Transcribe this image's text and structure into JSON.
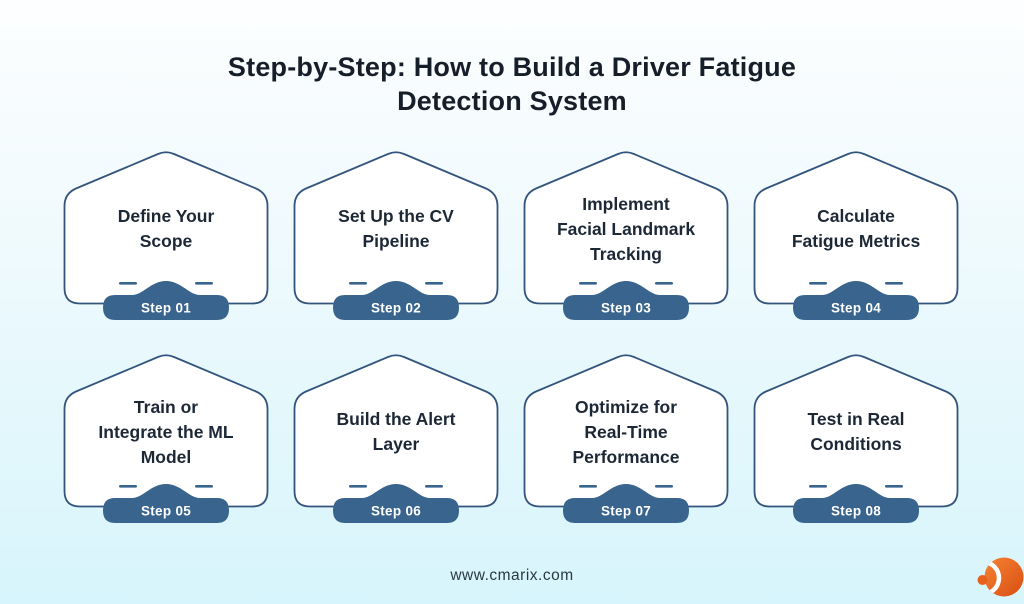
{
  "title": {
    "text": "Step-by-Step: How to Build a Driver Fatigue\nDetection System"
  },
  "steps": [
    {
      "title": "Define Your\nScope",
      "badge": "Step 01"
    },
    {
      "title": "Set Up the CV\nPipeline",
      "badge": "Step 02"
    },
    {
      "title": "Implement\nFacial Landmark\nTracking",
      "badge": "Step 03"
    },
    {
      "title": "Calculate\nFatigue Metrics",
      "badge": "Step 04"
    },
    {
      "title": "Train or\nIntegrate the ML\nModel",
      "badge": "Step 05"
    },
    {
      "title": "Build the Alert\nLayer",
      "badge": "Step 06"
    },
    {
      "title": "Optimize for\nReal-Time\nPerformance",
      "badge": "Step 07"
    },
    {
      "title": "Test in Real\nConditions",
      "badge": "Step 08"
    }
  ],
  "footer": {
    "website": "www.cmarix.com"
  },
  "icons": {
    "brand_logo": "cmarix-orange-sphere-logo"
  },
  "colors": {
    "background_top": "#FDFEFF",
    "background_bottom": "#D7F5FC",
    "title_text": "#151E29",
    "card_text": "#1D2836",
    "card_border": "#33547C",
    "badge": "#38648E",
    "footer_text": "#2A3844",
    "accent_orange": "#E8611C"
  }
}
